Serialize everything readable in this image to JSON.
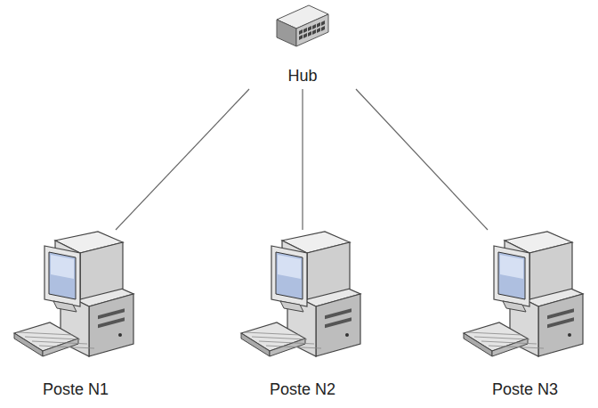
{
  "diagram": {
    "nodes": [
      {
        "text": [
          "Hub"
        ]
      },
      {
        "text": [
          "Poste N1"
        ]
      },
      {
        "text": [
          "Poste N2"
        ]
      },
      {
        "text": [
          "Poste N3"
        ]
      }
    ],
    "edges": [
      {
        "from": 0,
        "to": 1,
        "arrow": "none"
      },
      {
        "from": 0,
        "to": 2,
        "arrow": "none"
      },
      {
        "from": 0,
        "to": 3,
        "arrow": "none"
      }
    ]
  }
}
